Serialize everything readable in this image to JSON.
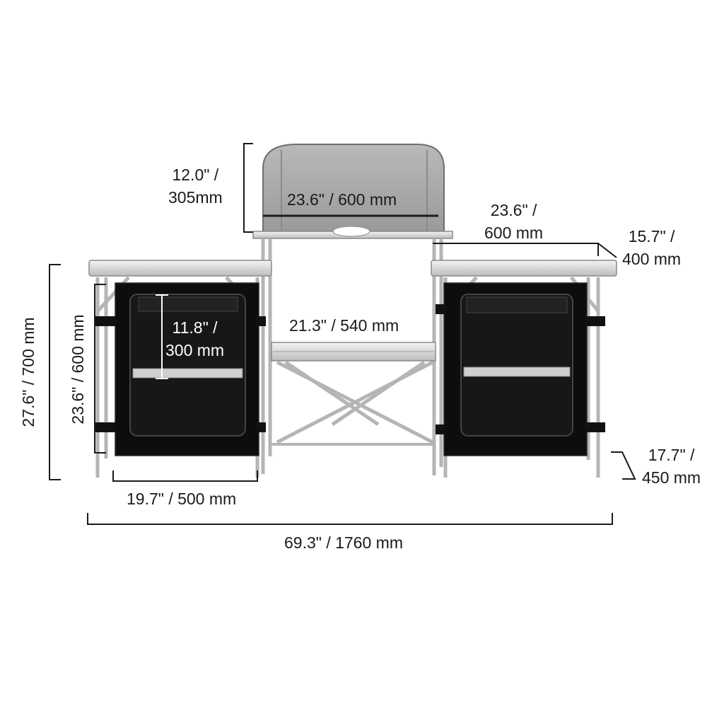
{
  "dimensions": {
    "windscreen_height": {
      "line1": "12.0\" /",
      "line2": "305mm"
    },
    "windscreen_width": "23.6\" / 600 mm",
    "right_table_width": {
      "line1": "23.6\" /",
      "line2": "600 mm"
    },
    "right_table_depth": {
      "line1": "15.7\" /",
      "line2": "400 mm"
    },
    "total_height": "27.6\" / 700 mm",
    "cabinet_height": "23.6\" / 600 mm",
    "shelf_height": {
      "line1": "11.8\" /",
      "line2": "300 mm"
    },
    "center_shelf_width": "21.3\" / 540 mm",
    "leg_depth": {
      "line1": "17.7\" /",
      "line2": "450 mm"
    },
    "cabinet_width": "19.7\" / 500 mm",
    "total_width": "69.3\" / 1760 mm"
  },
  "colors": {
    "aluminium": "#c9c9c9",
    "windscreen": "#a7a7a7",
    "fabric": "#0d0d0d",
    "dimension_line": "#1a1a1a"
  }
}
